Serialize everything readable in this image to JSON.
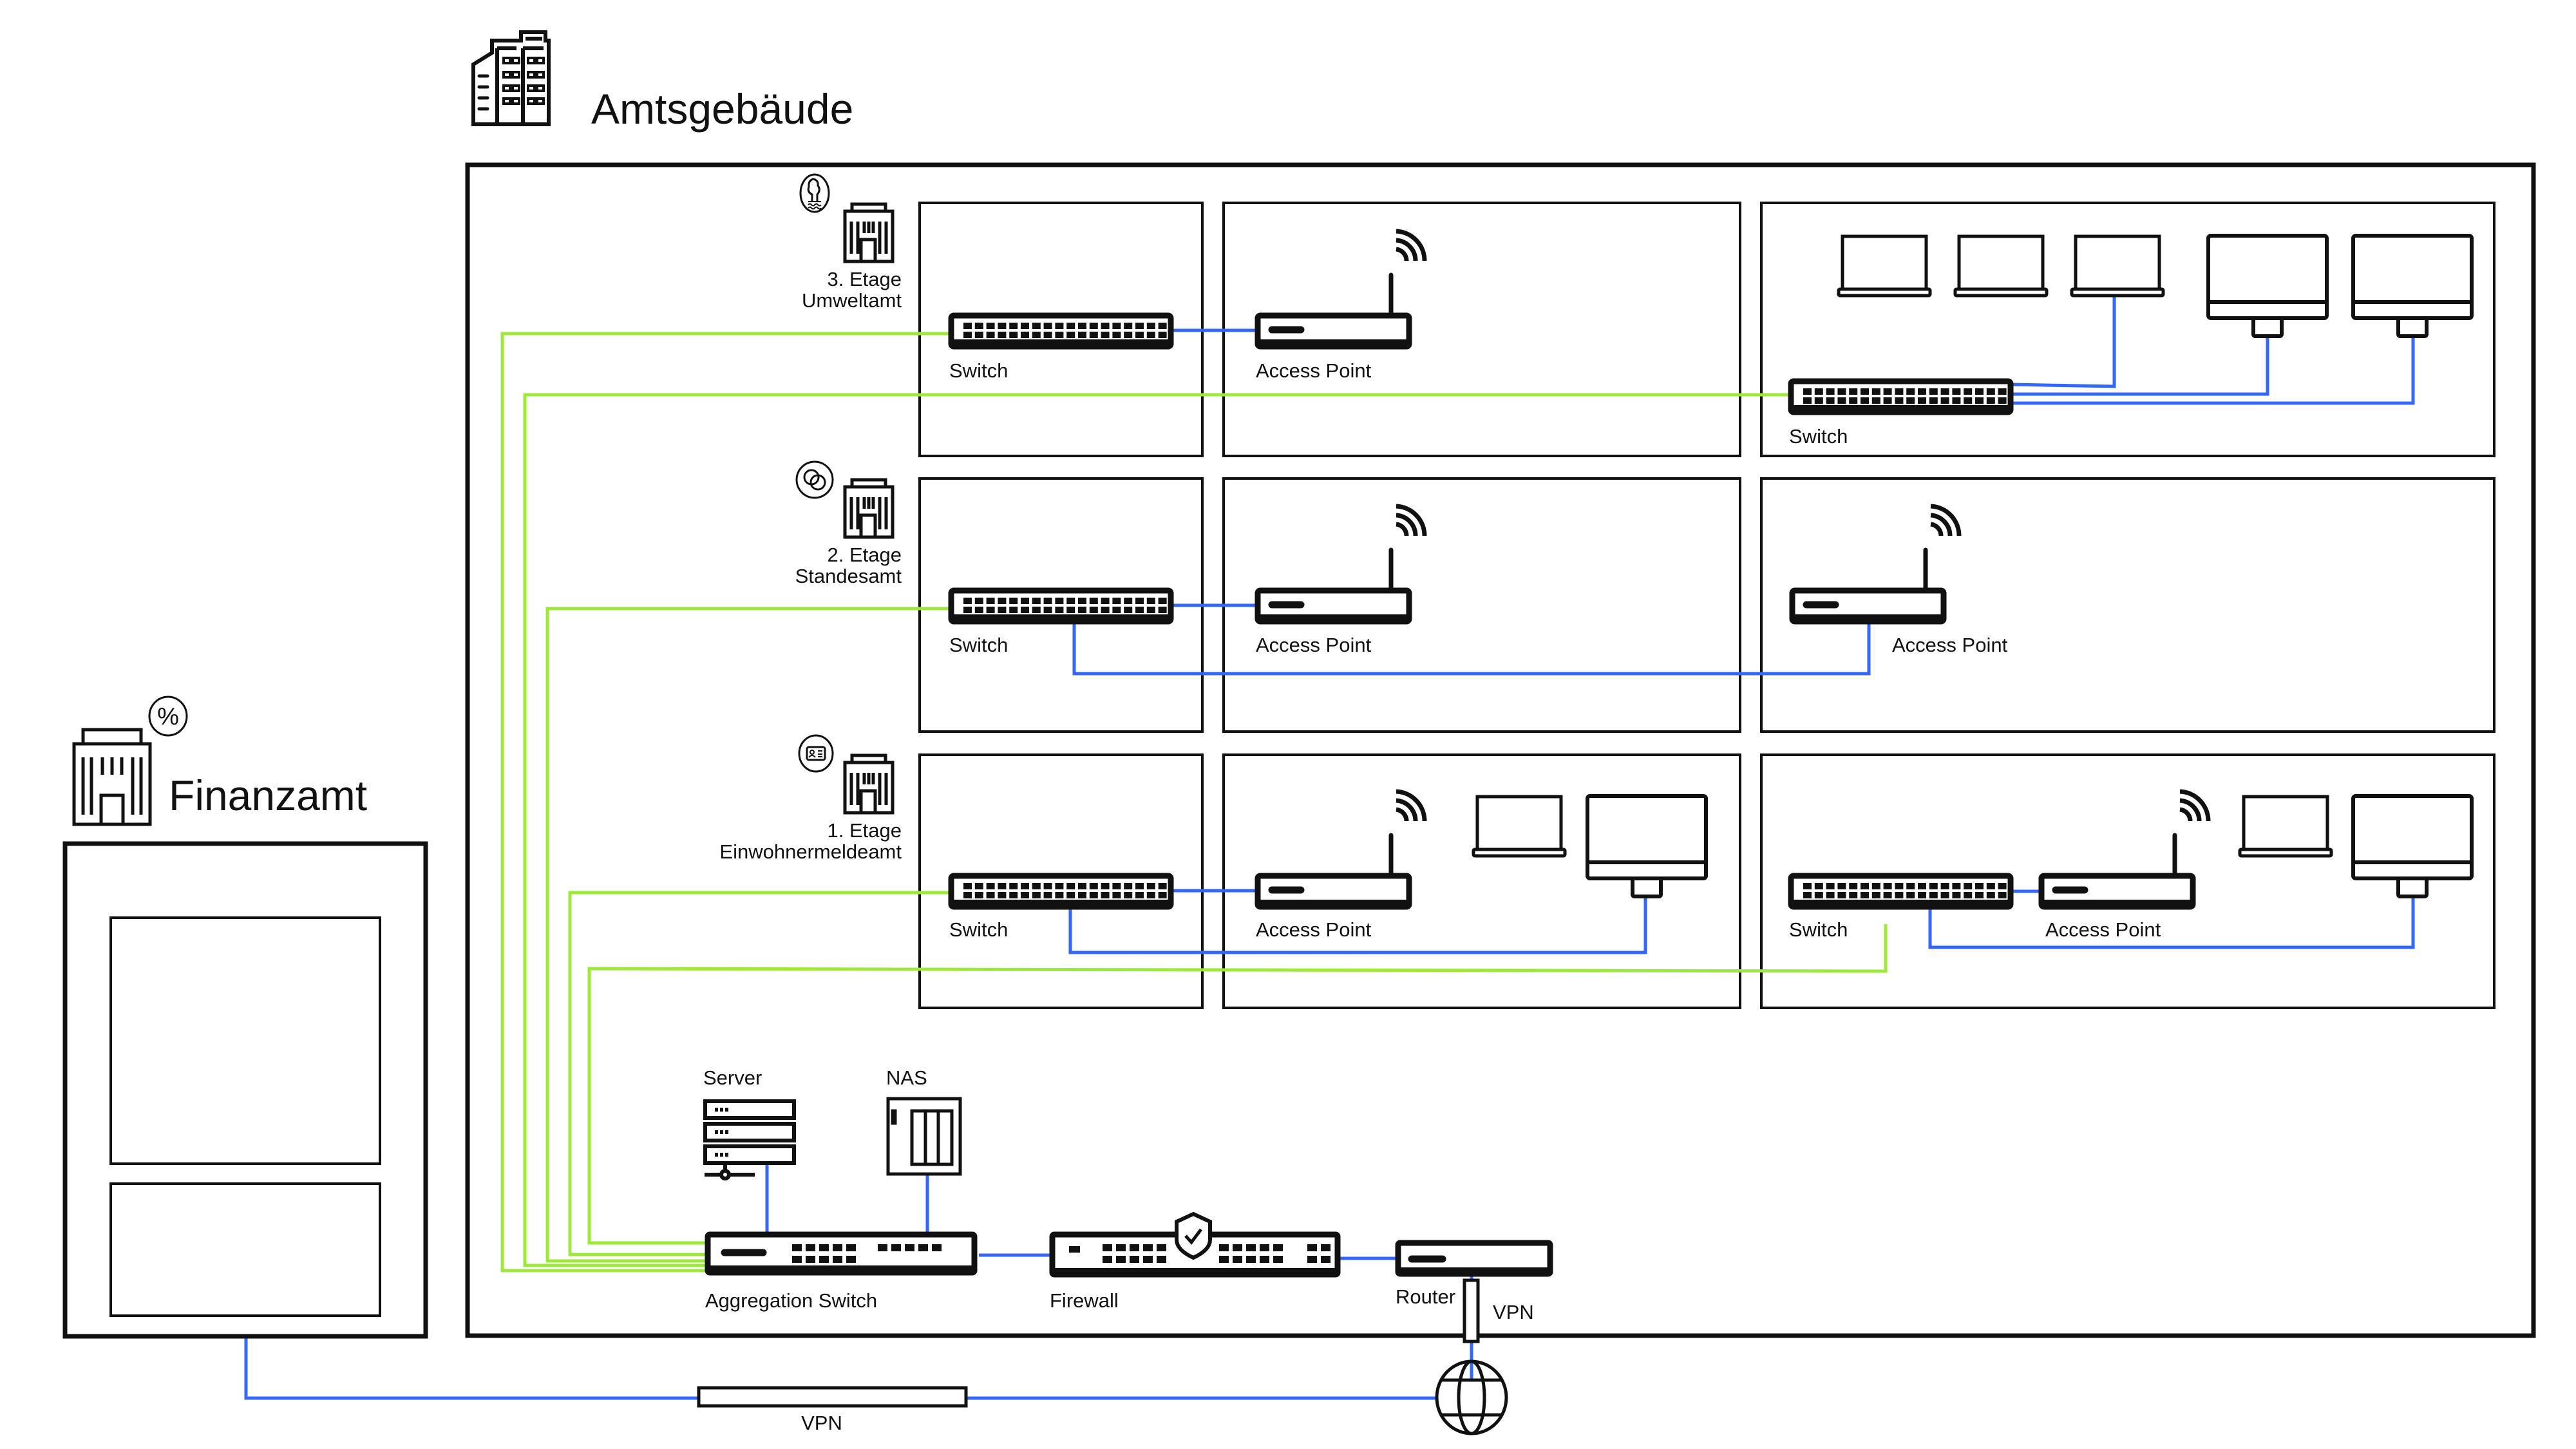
{
  "colors": {
    "lan_link": "#3366ff",
    "backbone_link": "#9de83a",
    "stroke": "#111111",
    "background": "#ffffff"
  },
  "buildings": {
    "main": {
      "title": "Amtsgebäude",
      "icon": "office-building-icon"
    },
    "remote": {
      "title": "Finanzamt",
      "icon": "government-building-icon",
      "badge_icon": "percent-icon",
      "badge_text": "%"
    }
  },
  "floors": [
    {
      "level": "3. Etage",
      "department": "Umweltamt",
      "badge_icon": "tree-water-icon",
      "rooms": [
        {
          "devices": [
            {
              "type": "switch",
              "label": "Switch"
            }
          ]
        },
        {
          "devices": [
            {
              "type": "access-point",
              "label": "Access Point"
            }
          ]
        },
        {
          "devices": [
            {
              "type": "switch",
              "label": "Switch"
            },
            {
              "type": "laptop",
              "count": 3
            },
            {
              "type": "desktop-monitor",
              "count": 2
            }
          ]
        }
      ]
    },
    {
      "level": "2. Etage",
      "department": "Standesamt",
      "badge_icon": "wedding-rings-icon",
      "rooms": [
        {
          "devices": [
            {
              "type": "switch",
              "label": "Switch"
            }
          ]
        },
        {
          "devices": [
            {
              "type": "access-point",
              "label": "Access Point"
            }
          ]
        },
        {
          "devices": [
            {
              "type": "access-point",
              "label": "Access Point"
            }
          ]
        }
      ]
    },
    {
      "level": "1. Etage",
      "department": "Einwohnermeldeamt",
      "badge_icon": "id-card-icon",
      "rooms": [
        {
          "devices": [
            {
              "type": "switch",
              "label": "Switch"
            }
          ]
        },
        {
          "devices": [
            {
              "type": "access-point",
              "label": "Access Point"
            },
            {
              "type": "laptop",
              "count": 1
            },
            {
              "type": "desktop-monitor",
              "count": 1
            }
          ]
        },
        {
          "devices": [
            {
              "type": "switch",
              "label": "Switch"
            },
            {
              "type": "access-point",
              "label": "Access Point"
            },
            {
              "type": "laptop",
              "count": 1
            },
            {
              "type": "desktop-monitor",
              "count": 1
            }
          ]
        }
      ]
    }
  ],
  "labels": {
    "switch": "Switch",
    "access_point": "Access Point",
    "server": "Server",
    "nas": "NAS",
    "aggregation_switch": "Aggregation Switch",
    "firewall": "Firewall",
    "router": "Router",
    "vpn_router": "VPN",
    "vpn_remote": "VPN"
  },
  "core": {
    "devices": [
      "Server",
      "NAS",
      "Aggregation Switch",
      "Firewall",
      "Router"
    ],
    "internet_icon": "globe-icon"
  }
}
